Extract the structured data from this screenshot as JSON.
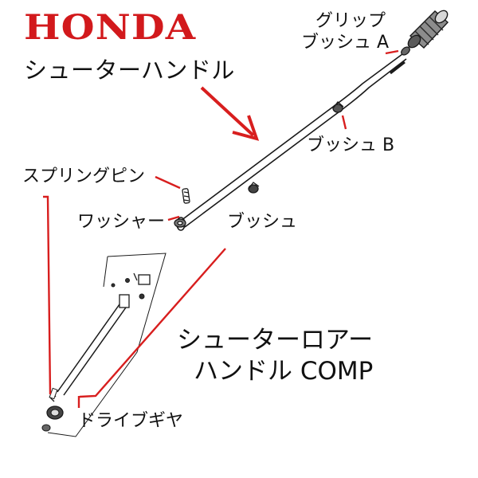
{
  "brand": {
    "logo_text": "HONDA",
    "logo_color": "#d2191c"
  },
  "labels": {
    "grip": "グリップ",
    "bush_a": "ブッシュ A",
    "shooter_handle": "シューターハンドル",
    "bush_b": "ブッシュ B",
    "spring_pin": "スプリングピン",
    "washer": "ワッシャー",
    "bush": "ブッシュ",
    "lower_handle_line1": "シューターロアー",
    "lower_handle_line2": "ハンドル COMP",
    "drive_gear": "ドライブギヤ"
  },
  "colors": {
    "callout": "#d81e1e",
    "line_art": "#1a1a1a",
    "text": "#111111"
  }
}
